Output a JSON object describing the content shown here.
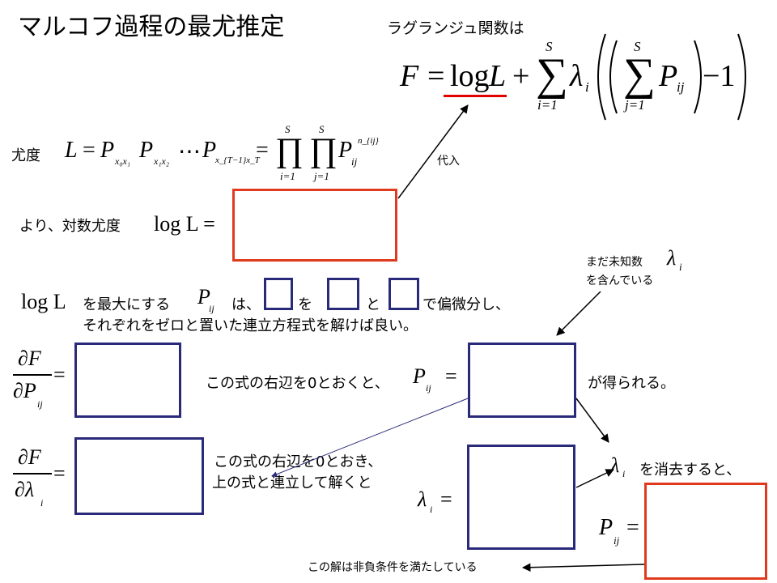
{
  "title": "マルコフ過程の最尤推定",
  "lagrange_heading": "ラグランジュ関数は",
  "lagrange": {
    "F": "F",
    "eq": "=",
    "log": "log",
    "L": "L",
    "plus": "+",
    "sum_top": "S",
    "sum_bottom_i": "i=1",
    "lambda": "λ",
    "lambda_sub": "i",
    "sum_bottom_j": "j=1",
    "P": "P",
    "P_sub": "ij",
    "minus_one": "−1"
  },
  "likelihood": {
    "label": "尤度",
    "L": "L",
    "eq": "=",
    "P": "P",
    "sub1": "x₀x₁",
    "sub2": "x₁x₂",
    "dots": "⋯",
    "sub3": "x_{T−1}x_T",
    "prod_top": "S",
    "prod_bottom_i": "i=1",
    "prod_bottom_j": "j=1",
    "Pij_sub": "ij",
    "Pij_sup": "n_{ij}"
  },
  "subst_label": "代入",
  "loglik_label": "より、対数尤度",
  "loglik_expr": "log L =",
  "note_lambda_line1": "まだ未知数",
  "note_lambda_line2": "を含んでいる",
  "note_lambda_symbol": "λ",
  "note_lambda_sub": "i",
  "maximize": {
    "logL": "log L",
    "text1": "を最大にする",
    "P": "P",
    "P_sub": "ij",
    "text2": "は、",
    "text3": "を",
    "text4": "と",
    "text5": "で偏微分し、",
    "line2": "それぞれをゼロと置いた連立方程式を解けば良い。"
  },
  "deriv1": {
    "num": "∂F",
    "den": "∂P",
    "den_sub": "ij",
    "eq": "="
  },
  "deriv2": {
    "num": "∂F",
    "den": "∂λ",
    "den_sub": "i",
    "eq": "="
  },
  "row1_text": "この式の右辺を0とおくと、",
  "row1_P": "P",
  "row1_P_sub": "ij",
  "row1_eq": "=",
  "row1_tail": "が得られる。",
  "row2_text_line1": "この式の右辺を0とおき、",
  "row2_text_line2": "上の式と連立して解くと",
  "lambda_eq": {
    "sym": "λ",
    "sub": "i",
    "eq": "="
  },
  "eliminate": {
    "sym": "λ",
    "sub": "i",
    "text": "を消去すると、"
  },
  "final": {
    "P": "P",
    "P_sub": "ij",
    "eq": "="
  },
  "footer_note": "この解は非負条件を満たしている",
  "colors": {
    "red_box": "#e03a1e",
    "navy_box": "#2a2a7a",
    "arrow": "#000000",
    "blue_arrow": "#2a2a7a",
    "underline": "#e00000"
  }
}
